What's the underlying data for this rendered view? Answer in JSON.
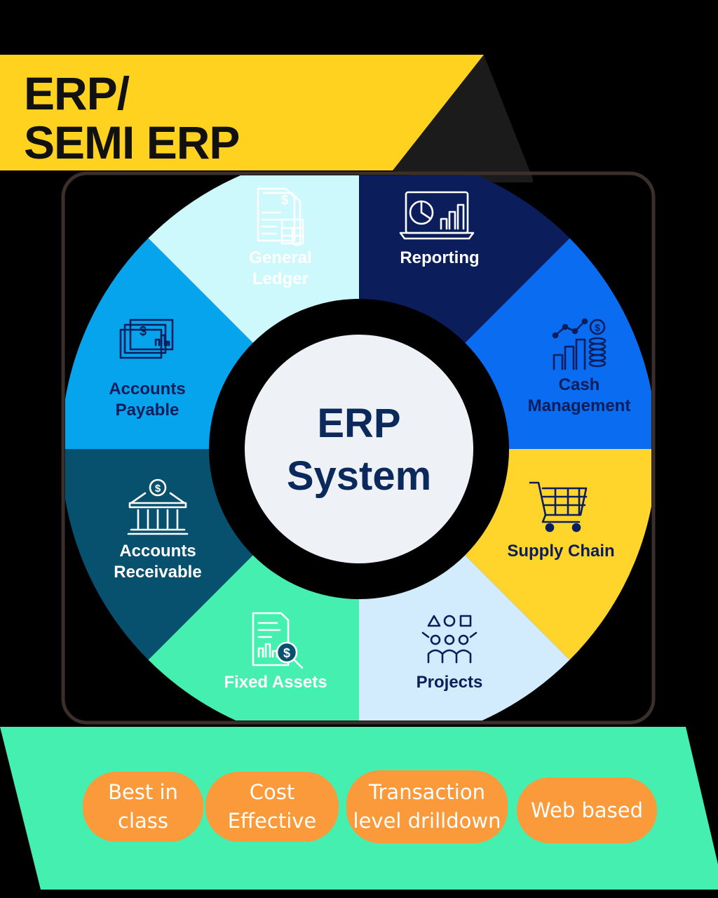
{
  "banner": {
    "line1": "ERP/",
    "line2": "SEMI ERP",
    "color": "#ffd21f"
  },
  "hub": {
    "line1": "ERP",
    "line2": "System",
    "fill": "#eef2f6",
    "text_color": "#0b2a5b"
  },
  "modules": [
    {
      "lines": [
        "General",
        "Ledger"
      ],
      "icon": "ledger-calculator-icon",
      "fill": "#0b1e5b",
      "text_color": "#ffffff"
    },
    {
      "lines": [
        "Reporting"
      ],
      "icon": "laptop-chart-icon",
      "fill": "#0a6cf0",
      "text_color": "#ffffff"
    },
    {
      "lines": [
        "Cash",
        "Management"
      ],
      "icon": "coins-growth-icon",
      "fill": "#ffd52b",
      "text_color": "#0b1e5b"
    },
    {
      "lines": [
        "Supply Chain"
      ],
      "icon": "shopping-cart-icon",
      "fill": "#d3ecfd",
      "text_color": "#0b1e5b"
    },
    {
      "lines": [
        "Projects"
      ],
      "icon": "team-shapes-icon",
      "fill": "#45efb0",
      "text_color": "#0b1e5b"
    },
    {
      "lines": [
        "Fixed Assets"
      ],
      "icon": "document-search-icon",
      "fill": "#07506e",
      "text_color": "#ffffff"
    },
    {
      "lines": [
        "Accounts",
        "Receivable"
      ],
      "icon": "bank-icon",
      "fill": "#07a4ee",
      "text_color": "#ffffff"
    },
    {
      "lines": [
        "Accounts",
        "Payable"
      ],
      "icon": "stacked-bills-icon",
      "fill": "#cdf8fc",
      "text_color": "#0b1e5b"
    }
  ],
  "features": [
    {
      "lines": [
        "Best in",
        "class"
      ]
    },
    {
      "lines": [
        "Cost",
        "Effective"
      ]
    },
    {
      "lines": [
        "Transaction",
        "level drilldown"
      ]
    },
    {
      "lines": [
        "Web based"
      ]
    }
  ],
  "colors": {
    "background": "#000000",
    "footer": "#45efb0",
    "pill": "#fa9a3a",
    "ring": "#000000"
  }
}
